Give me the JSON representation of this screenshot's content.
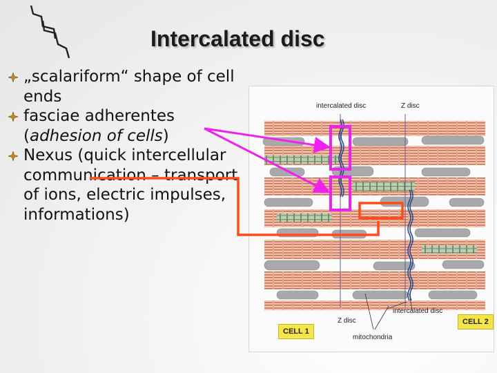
{
  "slide": {
    "title": "Intercalated disc",
    "bullets": [
      {
        "text": "„scalariform“ shape of cell ends"
      },
      {
        "text_before": "fasciae adherentes (",
        "text_italic": "adhesion of cells",
        "text_after": ")"
      },
      {
        "text": "Nexus (quick intercellular communication – transport of ions, electric impulses, informations)"
      }
    ]
  },
  "figure": {
    "labels": {
      "intercalated_disc_top": "intercalated disc",
      "z_disc_top": "Z disc",
      "z_disc_bottom": "Z disc",
      "intercalated_disc_bottom": "intercalated disc",
      "mitochondria": "mitochondria",
      "cell1": "CELL 1",
      "cell2": "CELL 2"
    }
  },
  "colors": {
    "highlight_magenta": "#ee22ee",
    "nexus_arrow_orange": "#ff4a1a",
    "badge_yellow": "#f4e64a",
    "bullet_gold": "#c98a1b"
  },
  "icons": {
    "bullet": "four-point-star-icon",
    "decoration": "zigzag-lines-icon"
  }
}
